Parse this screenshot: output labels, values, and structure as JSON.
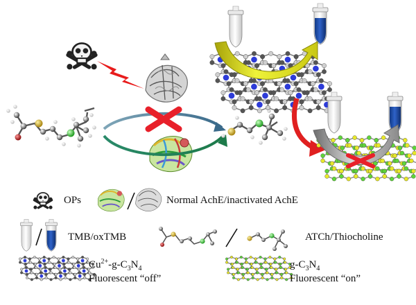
{
  "legend": {
    "ops_label": "OPs",
    "ache_label": "Normal AchE/inactivated AchE",
    "tmb_label": "TMB/oxTMB",
    "atch_label": "ATCh/Thiocholine",
    "cu_gcn": {
      "sup": "2+",
      "prefix": "Cu",
      "mid": "-g-C",
      "sub3": "3",
      "n": "N",
      "sub4": "4",
      "state": "Fluorescent “off”"
    },
    "gcn": {
      "prefix": "g-C",
      "sub3": "3",
      "n": "N",
      "sub4": "4",
      "state": "Fluorescent “on”"
    }
  },
  "colors": {
    "oxtmb_blue": "#1f4ea3",
    "red_cross": "#e8202a",
    "yellow_arrow": "#d9dd18",
    "gray_arrow": "#9a9a9a",
    "red_arrow": "#e02020",
    "cu_site": "#2d3bd8",
    "gcn_green": "#5fd43a",
    "gcn_yellow": "#e8e82a",
    "sulfur": "#c8a41e",
    "nitrogen": "#37c837",
    "oxygen": "#c72020"
  }
}
